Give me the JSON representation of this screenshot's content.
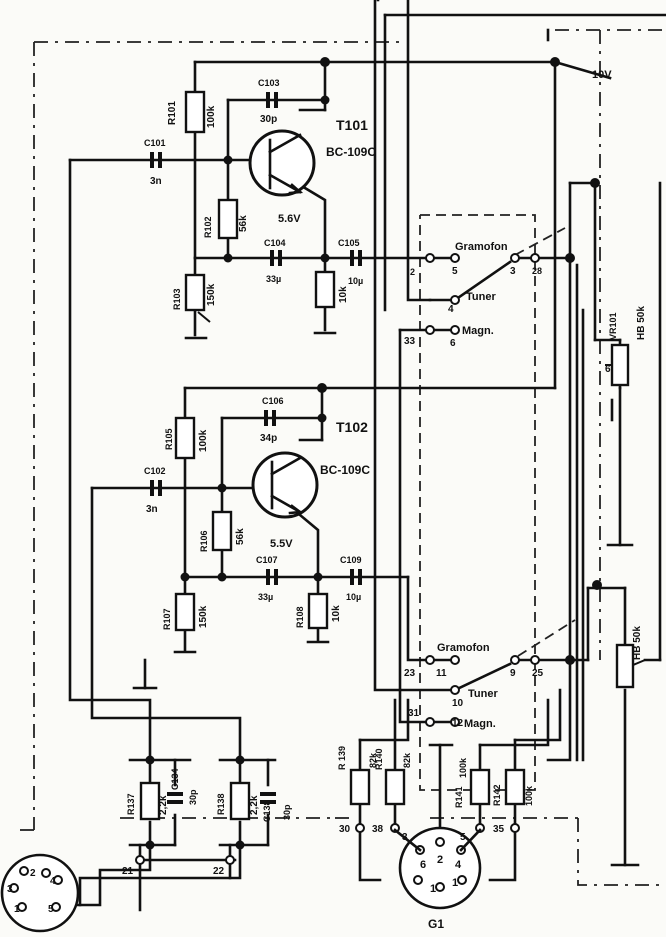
{
  "supply": {
    "voltage": "10V"
  },
  "stage1": {
    "transistor": {
      "ref": "T101",
      "type": "BC-109C"
    },
    "emitter_voltage": "5.6V",
    "C101": {
      "ref": "C101",
      "value": "3n"
    },
    "C103": {
      "ref": "C103",
      "value": "30p"
    },
    "C104": {
      "ref": "C104",
      "value": "33µ"
    },
    "C105": {
      "ref": "C105",
      "value": "10µ"
    },
    "R101": {
      "ref": "R101",
      "value": "100k"
    },
    "R102": {
      "ref": "R102",
      "value": "56k"
    },
    "R103": {
      "ref": "R103",
      "value": "150k"
    },
    "R104": {
      "value": "10k"
    }
  },
  "stage2": {
    "transistor": {
      "ref": "T102",
      "type": "BC-109C"
    },
    "emitter_voltage": "5.5V",
    "C102": {
      "ref": "C102",
      "value": "3n"
    },
    "C106": {
      "ref": "C106",
      "value": "34p"
    },
    "C107": {
      "ref": "C107",
      "value": "33µ"
    },
    "C109": {
      "ref": "C109",
      "value": "10µ"
    },
    "R105": {
      "ref": "R105",
      "value": "100k"
    },
    "R106": {
      "ref": "R106",
      "value": "56k"
    },
    "R107": {
      "ref": "R107",
      "value": "150k"
    },
    "R108": {
      "ref": "R108",
      "value": "10k"
    }
  },
  "switch1": {
    "gramofon": "Gramofon",
    "tuner": "Tuner",
    "magn": "Magn.",
    "pins": {
      "p2": "2",
      "p5": "5",
      "p3": "3",
      "p28": "28",
      "p4": "4",
      "p33": "33",
      "p6": "6"
    }
  },
  "switch2": {
    "gramofon": "Gramofon",
    "tuner": "Tuner",
    "magn": "Magn.",
    "pins": {
      "p23": "23",
      "p11": "11",
      "p9": "9",
      "p25": "25",
      "p10": "10",
      "p31": "31",
      "p12": "12"
    }
  },
  "volume": {
    "pot1": {
      "ref": "VR101",
      "value": "HB 50k"
    },
    "pot2": {
      "value": "HB 50k"
    },
    "pins": {
      "p6": "6"
    }
  },
  "input_network": {
    "R137": {
      "ref": "R137",
      "value": "2,2k"
    },
    "C134": {
      "ref": "C134",
      "value": "30p"
    },
    "R138": {
      "ref": "R138",
      "value": "2,2k"
    },
    "C138": {
      "ref": "C138",
      "value": "30p"
    },
    "pins": {
      "p21": "21",
      "p22": "22"
    }
  },
  "output_network": {
    "R139": {
      "ref": "R 139",
      "value": "82k"
    },
    "R140": {
      "ref": "R140",
      "value": "82k"
    },
    "R141": {
      "ref": "R141",
      "value": "100k"
    },
    "R142": {
      "ref": "R142",
      "value": "100k"
    },
    "pins": {
      "p30": "30",
      "p38": "38",
      "p35": "35"
    }
  },
  "connector_left": {
    "pins": [
      "3",
      "2",
      "4",
      "1",
      "5"
    ]
  },
  "connector_g1": {
    "ref": "G1",
    "pins": [
      "2",
      "3",
      "6",
      "4",
      "1",
      "1",
      "5"
    ]
  }
}
